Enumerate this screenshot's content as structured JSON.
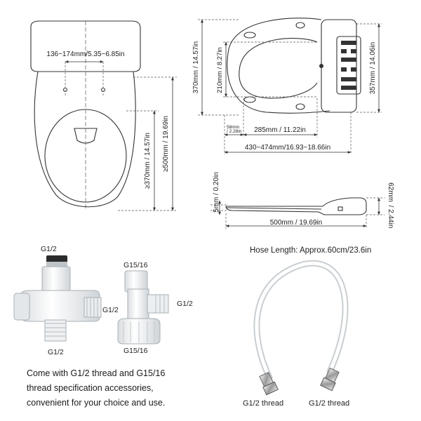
{
  "toilet_front": {
    "dim_hole_spacing": "136~174mm/5.35~6.85in",
    "dim_length_outer": "≥500mm / 19.69in",
    "dim_length_inner": "≥370mm / 14.57in"
  },
  "seat_top": {
    "dim_height": "370mm / 14.57in",
    "dim_inner_height": "210mm / 8.27in",
    "dim_right_height": "357mm / 14.06in",
    "dim_small_a": "58mm",
    "dim_small_b": "/ 2.28in",
    "dim_inner_width": "285mm / 11.22in",
    "dim_total_width": "430~474mm/16.93~18.66in"
  },
  "seat_side": {
    "dim_thickness": "5mm / 0.20in",
    "dim_height_a": "62mm",
    "dim_height_b": "/ 2.44in",
    "dim_length": "500mm / 19.69in"
  },
  "tee_valve": {
    "label_top": "G1/2",
    "label_right": "G1/2",
    "label_bottom": "G1/2"
  },
  "adapter": {
    "label_top": "G15/16",
    "label_right": "G1/2",
    "label_bottom": "G15/16"
  },
  "hose": {
    "title": "Hose Length: Approx.60cm/23.6in",
    "label_left": "G1/2 thread",
    "label_right": "G1/2 thread"
  },
  "caption": {
    "line1": "Come with G1/2 thread and G15/16",
    "line2": "thread specification accessories,",
    "line3": "convenient for your choice and use."
  }
}
